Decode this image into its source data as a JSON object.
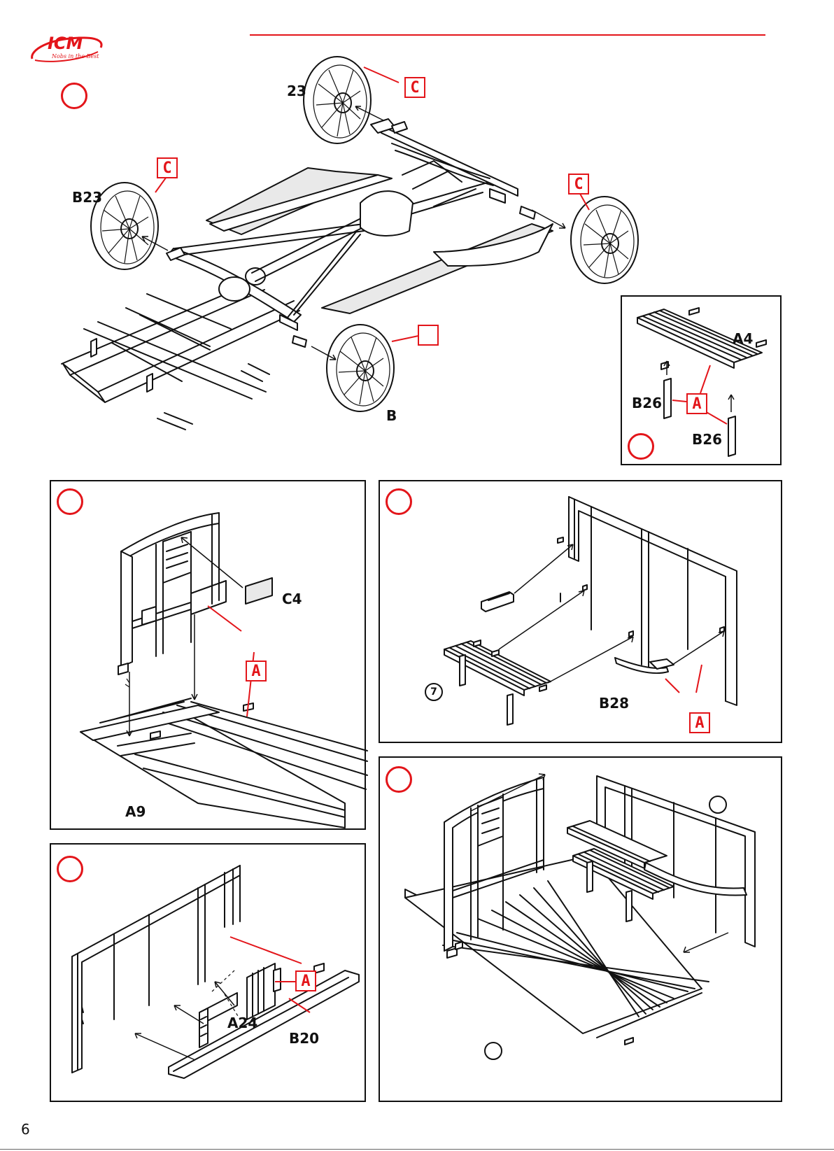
{
  "brand": {
    "logo_text": "ICM",
    "tagline": "Nobs in the Best",
    "accent_color": "#e3151a"
  },
  "page": {
    "number": "6"
  },
  "main_assembly": {
    "labels": {
      "top_wheel": "23",
      "left_wheel": "B23",
      "front_wheel": "B"
    },
    "callouts": {
      "top": "C",
      "left": "C",
      "right": "C",
      "front": ""
    }
  },
  "bench_panel": {
    "labels": {
      "seat": "A4",
      "leg_left": "B26",
      "leg_right": "B26"
    },
    "callout": "A"
  },
  "panel_mid_left": {
    "labels": {
      "window": "C4",
      "floor": "A9"
    },
    "callout": "A"
  },
  "panel_mid_right": {
    "labels": {
      "step_ref": "7",
      "rail": "B28"
    },
    "callout": "A"
  },
  "panel_bottom_left": {
    "labels": {
      "part_a": "A24",
      "part_b": "B20"
    },
    "callout": "A"
  }
}
